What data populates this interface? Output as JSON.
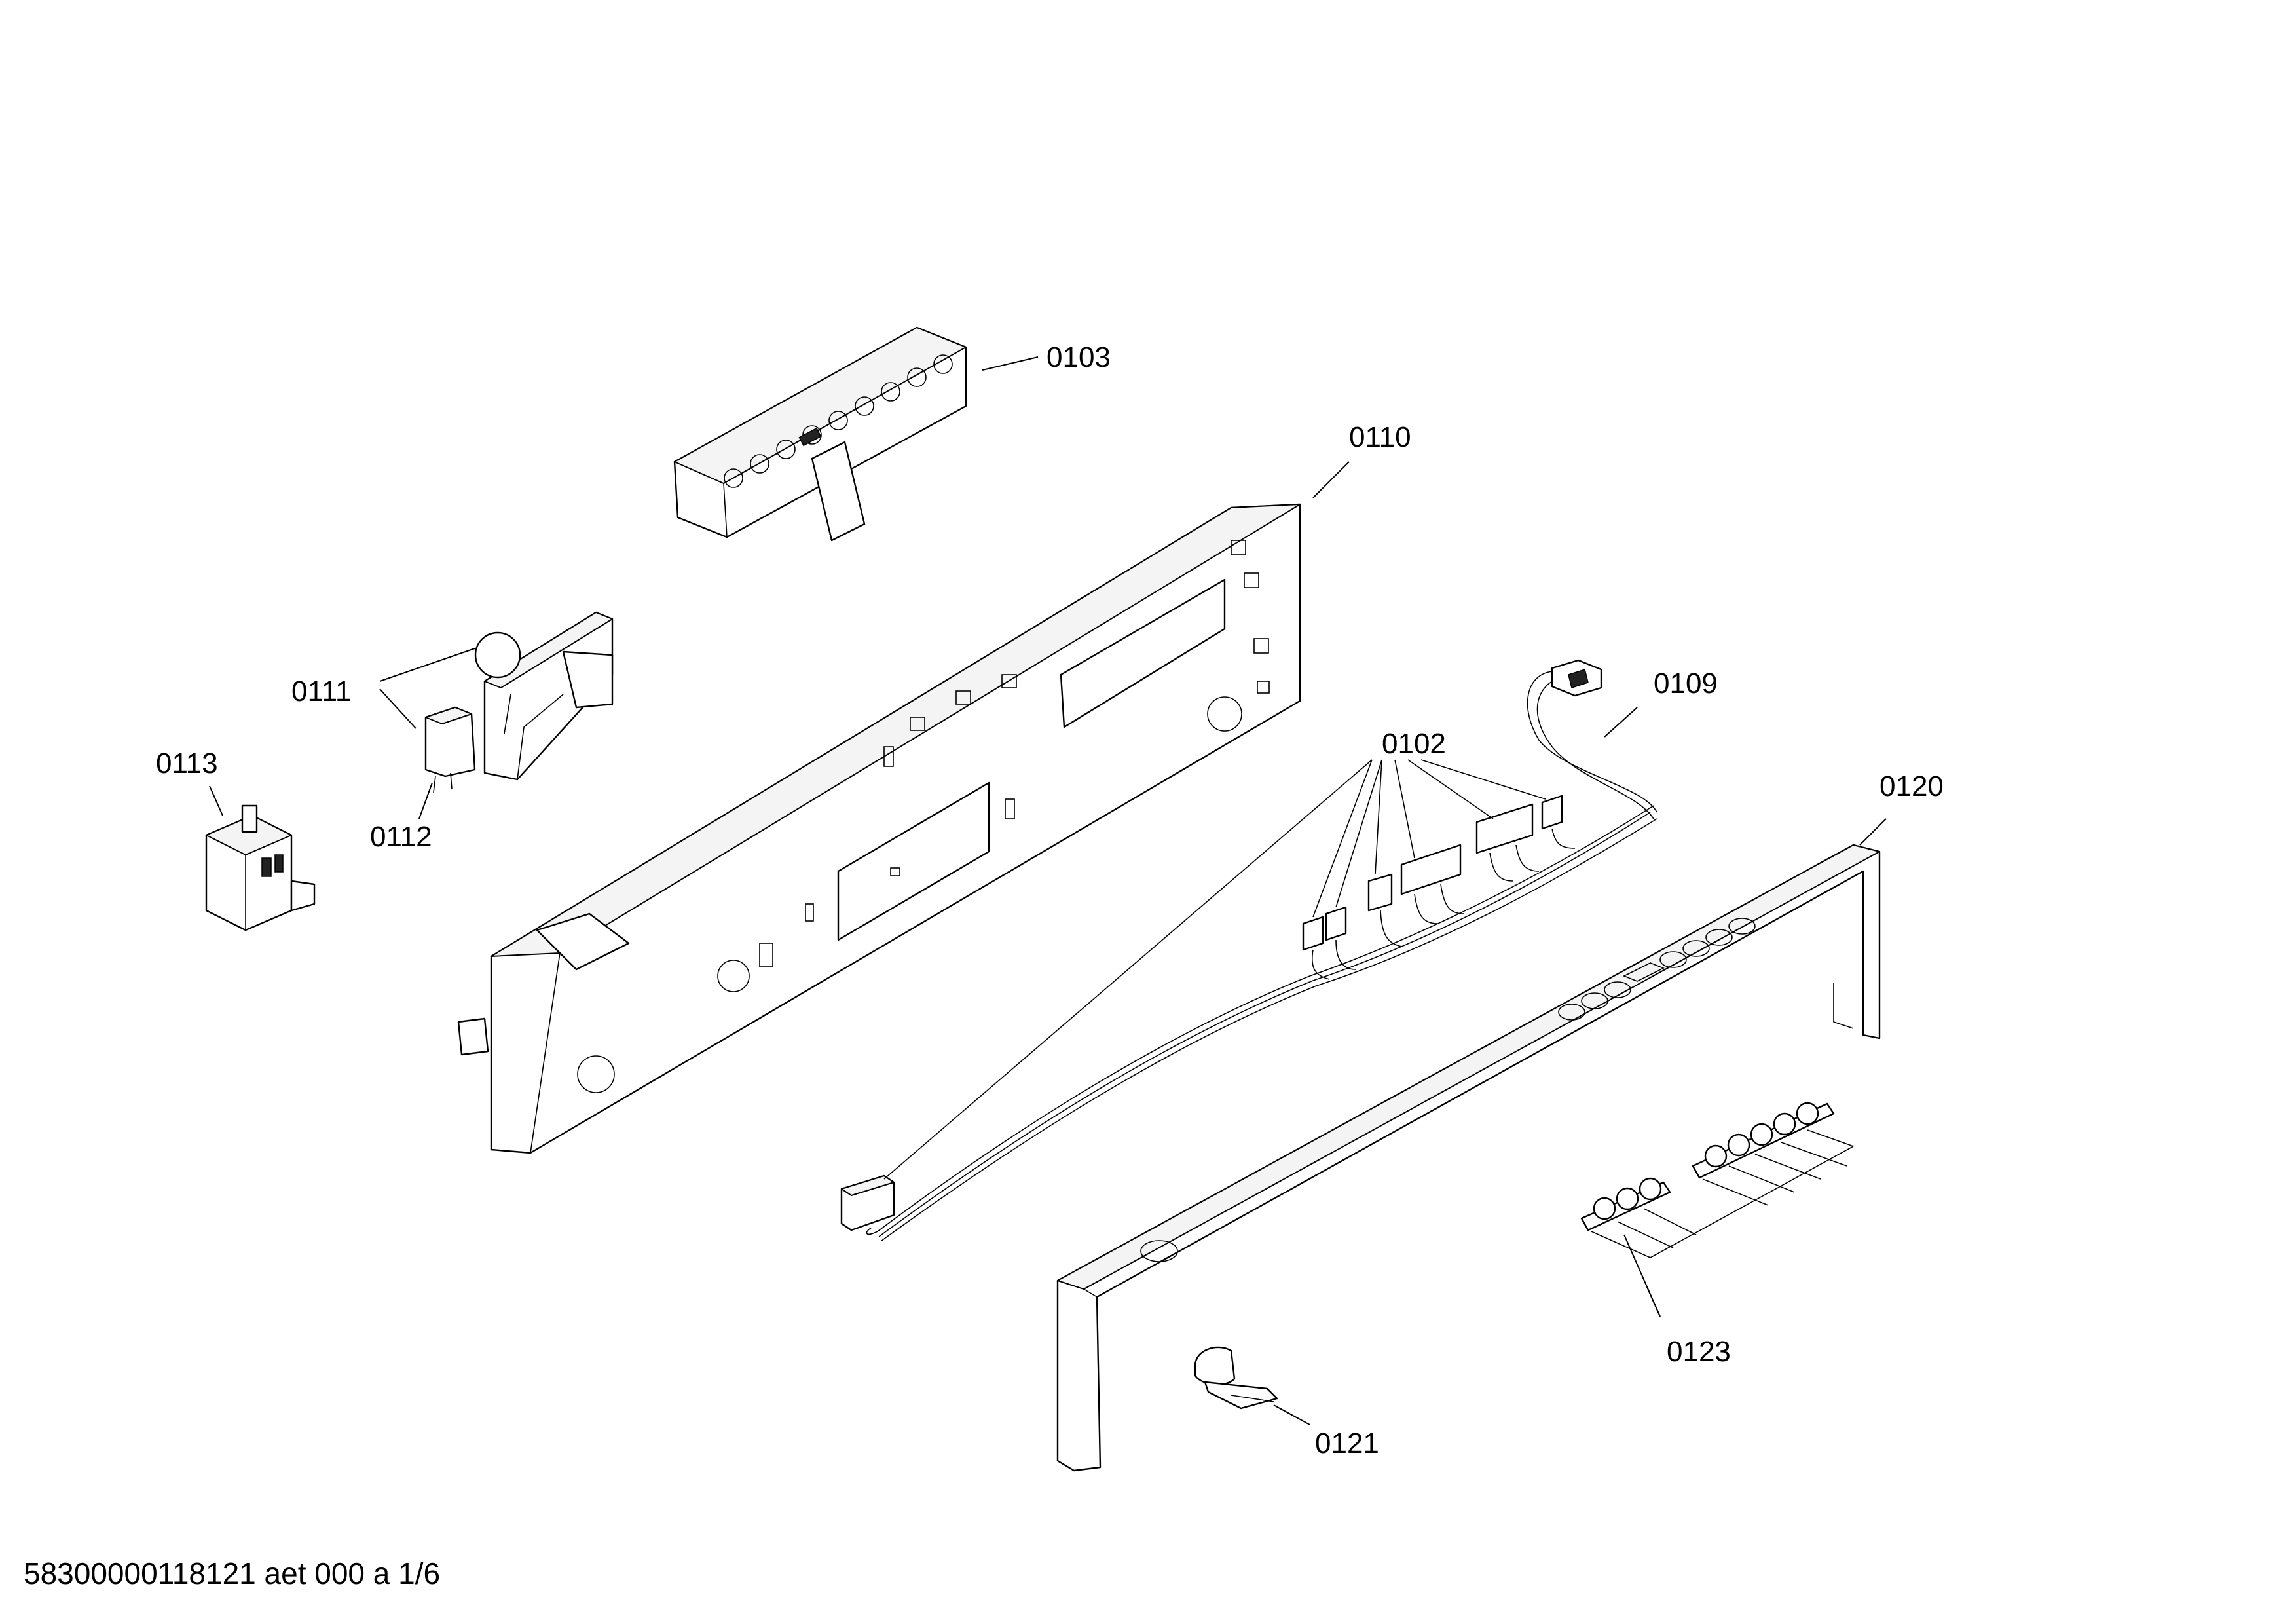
{
  "labels": {
    "p0103": "0103",
    "p0110": "0110",
    "p0111": "0111",
    "p0112": "0112",
    "p0113": "0113",
    "p0102": "0102",
    "p0109": "0109",
    "p0120": "0120",
    "p0123": "0123",
    "p0121": "0121"
  },
  "footer": {
    "doc_id": "58300000118121 aet 000 a 1/6"
  }
}
